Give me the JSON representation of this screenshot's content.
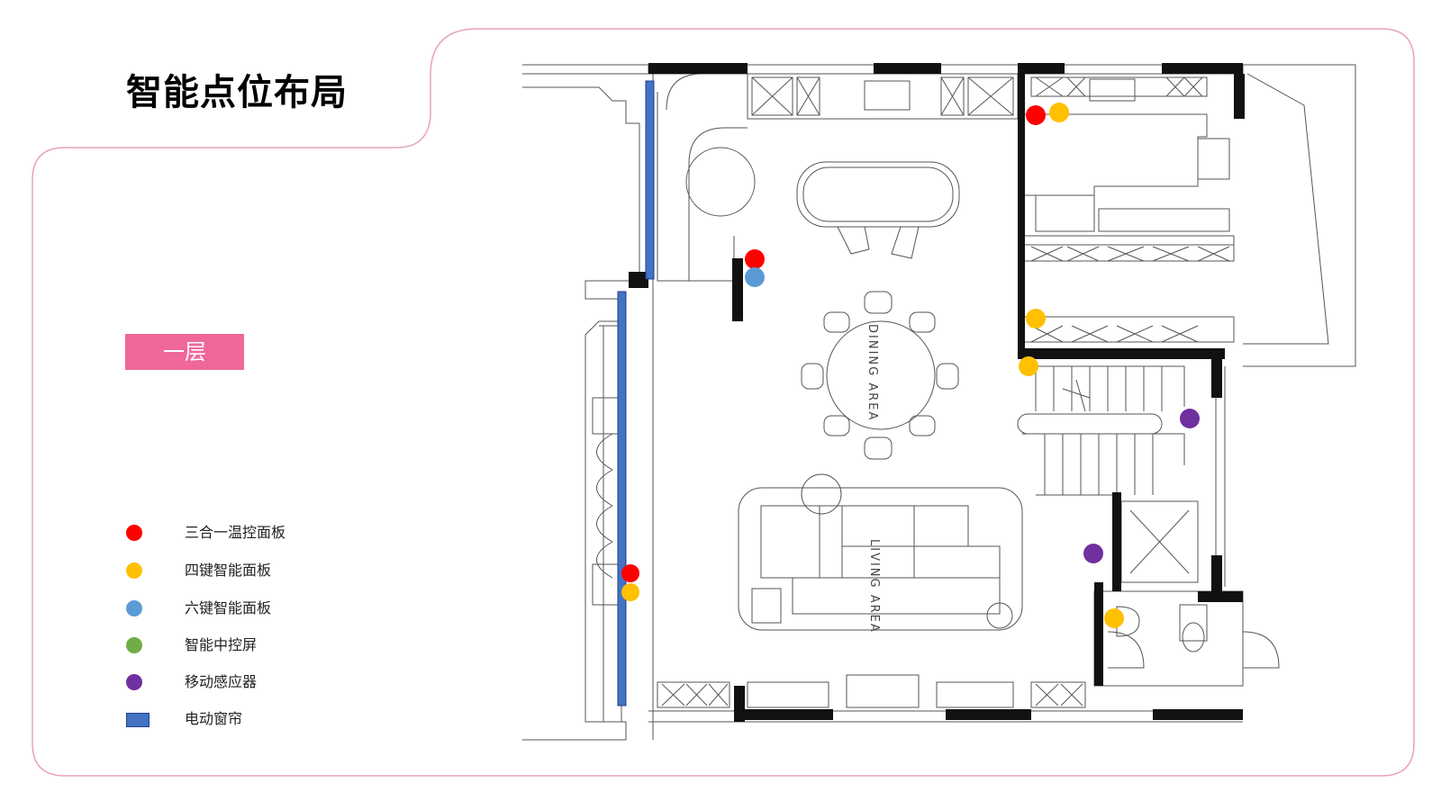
{
  "title": "智能点位布局",
  "floor_label": "一层",
  "legend": [
    {
      "label": "三合一温控面板",
      "type": "dot",
      "color": "#ff0000"
    },
    {
      "label": "四键智能面板",
      "type": "dot",
      "color": "#ffc000"
    },
    {
      "label": "六键智能面板",
      "type": "dot",
      "color": "#5b9bd5"
    },
    {
      "label": "智能中控屏",
      "type": "dot",
      "color": "#70ad47"
    },
    {
      "label": "移动感应器",
      "type": "dot",
      "color": "#7030a0"
    },
    {
      "label": "电动窗帘",
      "type": "bar",
      "color": "#4472c4"
    }
  ],
  "rooms": {
    "dining": "DINING AREA",
    "living": "LIVING AREA"
  },
  "colors": {
    "frame": "#e8a3b5",
    "accent": "#f0679a"
  }
}
